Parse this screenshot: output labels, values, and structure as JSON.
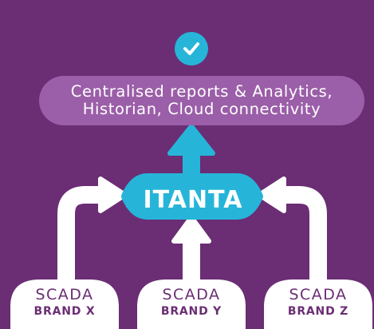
{
  "colors": {
    "background": "#6b2d74",
    "accent_cyan": "#26b5d9",
    "pill_purple": "#9b5ea8",
    "text_on_white": "#6b2d74",
    "white": "#ffffff"
  },
  "top_icon": {
    "name": "checkmark-icon"
  },
  "result": {
    "line1": "Centralised reports & Analytics,",
    "line2": "Historian, Cloud connectivity"
  },
  "hub": {
    "label": "ITANTA"
  },
  "sources": [
    {
      "title": "SCADA",
      "brand": "BRAND X"
    },
    {
      "title": "SCADA",
      "brand": "BRAND Y"
    },
    {
      "title": "SCADA",
      "brand": "BRAND Z"
    }
  ]
}
